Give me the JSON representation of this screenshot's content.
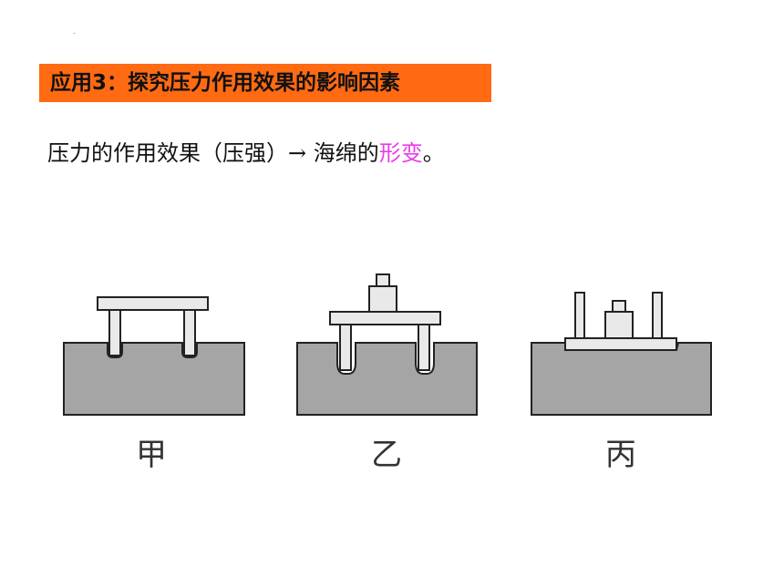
{
  "page": {
    "dot": ".",
    "title": "应用3：探究压力作用效果的影响因素",
    "sentence": {
      "prefix": "压力的作用效果（压强）→ 海绵的",
      "highlight": "形变",
      "suffix": "。"
    },
    "highlight_color": "#e83ee8",
    "accent_color": "#ff6a13"
  },
  "diagram": {
    "labels": [
      "甲",
      "乙",
      "丙"
    ],
    "sponge_color": "#a5a5a5",
    "table_color": "#e9e9e9"
  }
}
